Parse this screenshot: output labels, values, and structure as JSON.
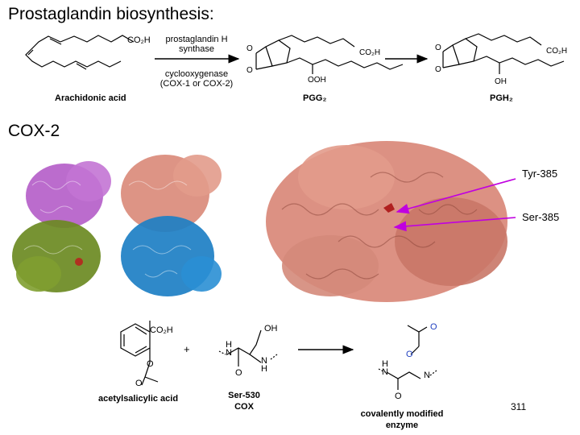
{
  "slide": {
    "title": "Prostaglandin biosynthesis:",
    "page_number": "311"
  },
  "pathway": {
    "substrate_label": "Arachidonic acid",
    "co2h": "CO₂H",
    "enzyme_top": "prostaglandin H synthase",
    "enzyme_top_line1": "prostaglandin H",
    "enzyme_top_line2": "synthase",
    "enzyme_bottom_line1": "cyclooxygenase",
    "enzyme_bottom_line2": "(COX-1 or COX-2)",
    "pgg2_label": "PGG₂",
    "pgh2_label": "PGH₂",
    "ooh": "OOH",
    "oh": "OH",
    "o": "O"
  },
  "structure": {
    "heading": "COX-2",
    "residue1": "Tyr-385",
    "residue2": "Ser-385",
    "colors": {
      "purple": "#b45cc8",
      "olive": "#6b8a22",
      "salmon": "#d98878",
      "blue": "#1d7fc4",
      "magenta": "#c000e0"
    }
  },
  "reaction": {
    "aspirin_label": "acetylsalicylic acid",
    "ser_line1": "Ser-530",
    "ser_line2": "COX",
    "product_line1": "covalently modified",
    "product_line2": "enzyme",
    "plus": "+",
    "co2h": "CO₂H",
    "oh": "OH",
    "h": "H",
    "n": "N",
    "o": "O"
  }
}
